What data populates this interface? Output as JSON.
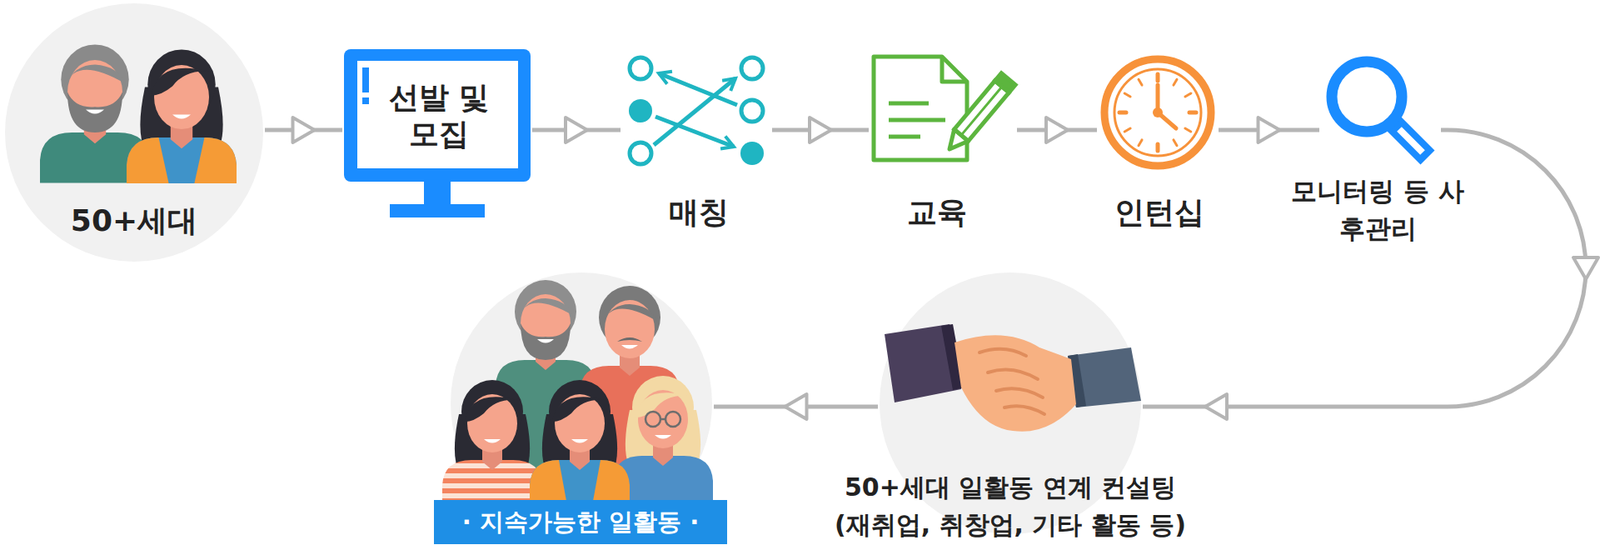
{
  "diagram": {
    "nodes": [
      {
        "text": [
          "50+세대"
        ]
      },
      {
        "text": [
          "선발 및 모집"
        ]
      },
      {
        "text": [
          "매칭"
        ]
      },
      {
        "text": [
          "교육"
        ]
      },
      {
        "text": [
          "인턴십"
        ]
      },
      {
        "text": [
          "모니터링 등 사후관리"
        ]
      },
      {
        "text": [
          "50+세대 일활동 연계 컨설팅",
          "(재취업, 취창업, 기타 활동 등)"
        ]
      },
      {
        "text": [
          "· 지속가능한 일활동 ·"
        ]
      }
    ],
    "edges": [
      {
        "from": 0,
        "to": 1,
        "arrow": "to"
      },
      {
        "from": 1,
        "to": 2,
        "arrow": "to"
      },
      {
        "from": 2,
        "to": 3,
        "arrow": "to"
      },
      {
        "from": 3,
        "to": 4,
        "arrow": "to"
      },
      {
        "from": 4,
        "to": 5,
        "arrow": "to"
      },
      {
        "from": 5,
        "to": 6,
        "arrow": "to"
      },
      {
        "from": 6,
        "to": 7,
        "arrow": "to"
      }
    ]
  }
}
